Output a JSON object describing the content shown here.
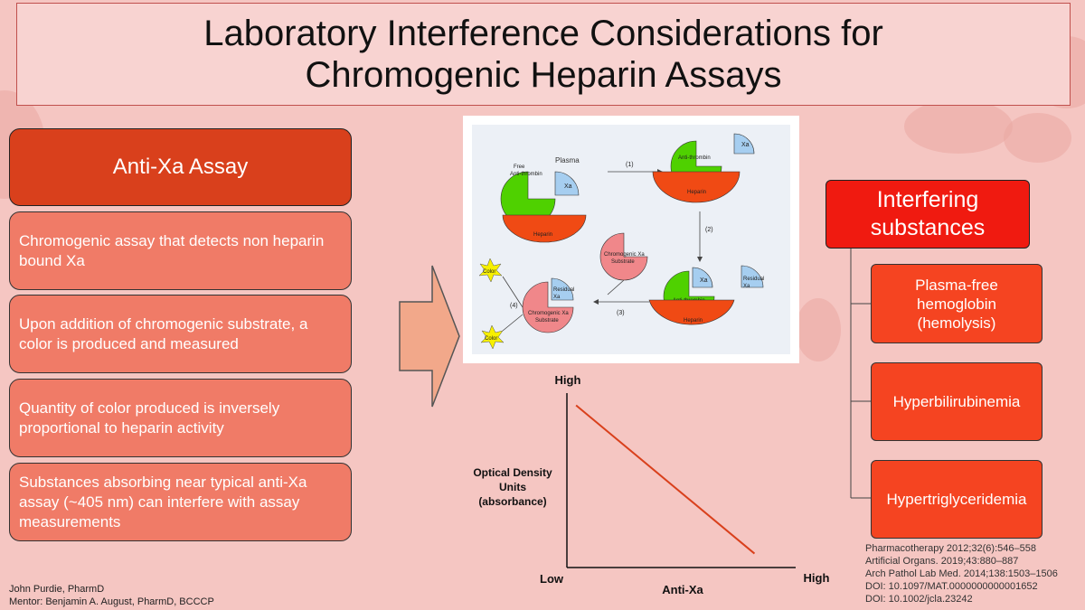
{
  "title": {
    "line1": "Laboratory Interference Considerations for",
    "line2": "Chromogenic Heparin Assays"
  },
  "left": {
    "header": "Anti-Xa Assay",
    "items": [
      "Chromogenic assay that detects non heparin bound Xa",
      "Upon addition of chromogenic substrate, a color is produced and measured",
      "Quantity of color produced is inversely proportional to heparin activity",
      "Substances absorbing near typical anti-Xa assay (~405 nm) can interfere with assay measurements"
    ]
  },
  "diagram": {
    "plasma": "Plasma",
    "free": "Free",
    "antithrombin": "Anti-thrombin",
    "xa": "Xa",
    "heparin": "Heparin",
    "residual": "Residual",
    "chromogenic_xa": "Chromogenic Xa",
    "substrate": "Substrate",
    "color": "Color",
    "step1": "(1)",
    "step2": "(2)",
    "step3": "(3)",
    "step4": "(4)"
  },
  "chart_data": {
    "type": "line",
    "title": "",
    "xlabel": "Anti-Xa",
    "ylabel_lines": [
      "Optical Density",
      "Units",
      "(absorbance)"
    ],
    "y_high_label": "High",
    "x_low_label": "Low",
    "x_high_label": "High",
    "xlim": [
      0,
      1
    ],
    "ylim": [
      0,
      1
    ],
    "series": [
      {
        "x": [
          0.04,
          0.82
        ],
        "y": [
          0.93,
          0.08
        ]
      }
    ],
    "grid": false,
    "line_color": "#d9401c"
  },
  "right": {
    "header_lines": [
      "Interfering",
      "substances"
    ],
    "items": [
      [
        "Plasma-free",
        "hemoglobin",
        "(hemolysis)"
      ],
      [
        "Hyperbilirubinemia"
      ],
      [
        "Hypertriglyceridemia"
      ]
    ]
  },
  "references": [
    "Pharmacotherapy 2012;32(6):546–558",
    "Artificial Organs. 2019;43:880–887",
    "Arch Pathol Lab Med. 2014;138:1503–1506",
    "DOI: 10.1097/MAT.0000000000001652",
    "DOI: 10.1002/jcla.23242"
  ],
  "author": {
    "name": "John Purdie, PharmD",
    "mentor": "Mentor: Benjamin A. August, PharmD, BCCCP"
  }
}
